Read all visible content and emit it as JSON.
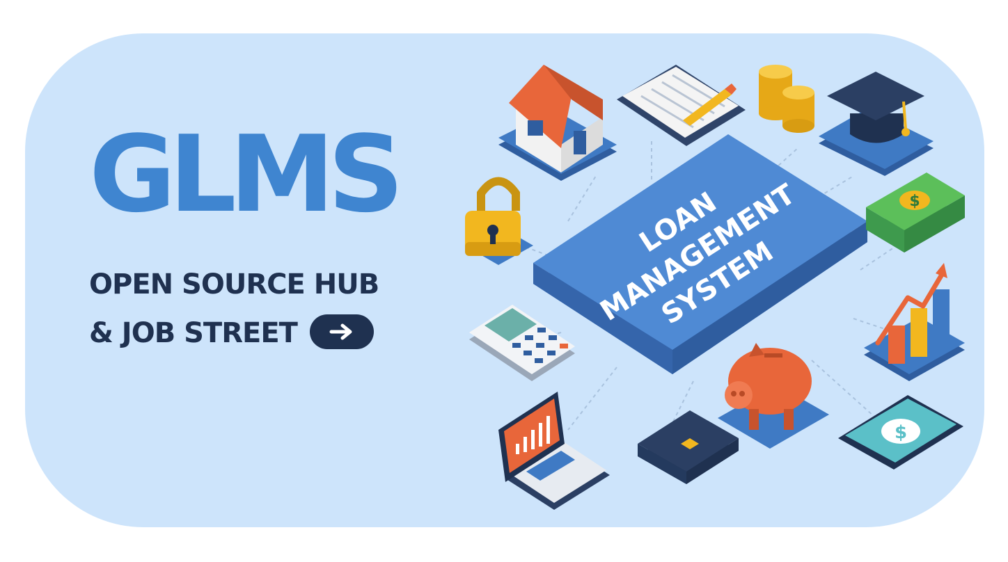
{
  "banner": {
    "brand": "GLMS",
    "subtitle_line1": "OPEN SOURCE HUB",
    "subtitle_line2": "& JOB STREET",
    "cta_icon": "arrow-right-icon"
  },
  "illustration": {
    "center_lines": [
      "LOAN",
      "MANAGEMENT",
      "SYSTEM"
    ],
    "icons": [
      "house-icon",
      "notepad-icon",
      "coins-icon",
      "graduation-cap-icon",
      "padlock-icon",
      "cash-stack-icon",
      "calculator-icon",
      "bar-chart-icon",
      "laptop-icon",
      "wallet-icon",
      "piggy-bank-icon",
      "phone-dollar-icon"
    ]
  },
  "colors": {
    "background": "#cde4fb",
    "brand": "#3f85d0",
    "text_dark": "#1f3150",
    "platform": "#4a84cf",
    "accent_orange": "#e8663a",
    "accent_yellow": "#f2b71f",
    "accent_green": "#3e9a4d"
  }
}
